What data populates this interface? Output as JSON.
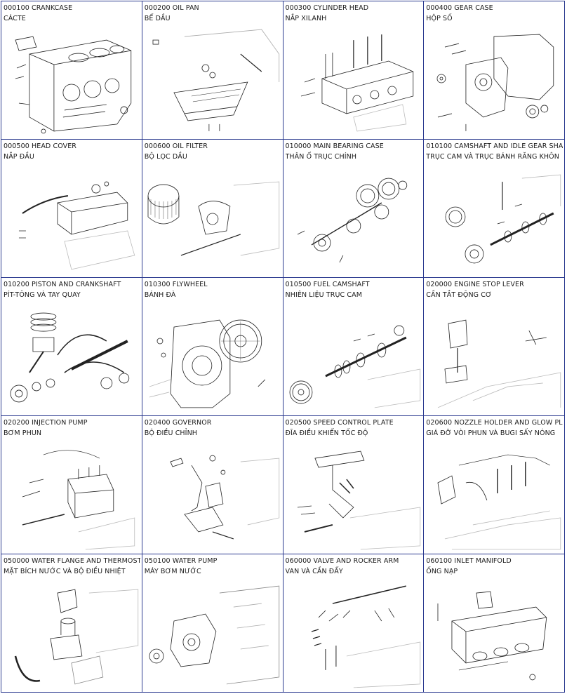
{
  "parts": [
    {
      "code_title": "000100 CRANKCASE",
      "vn_title": "CÁCTE"
    },
    {
      "code_title": "000200 OIL PAN",
      "vn_title": "BỂ DẦU"
    },
    {
      "code_title": "000300 CYLINDER HEAD",
      "vn_title": "NẮP XILANH"
    },
    {
      "code_title": "000400 GEAR CASE",
      "vn_title": "HỘP SỐ"
    },
    {
      "code_title": "000500 HEAD COVER",
      "vn_title": "NẮP ĐẦU"
    },
    {
      "code_title": "000600 OIL FILTER",
      "vn_title": "BỘ LỌC DẦU"
    },
    {
      "code_title": "010000 MAIN BEARING CASE",
      "vn_title": "THÂN Ổ TRỤC CHÍNH"
    },
    {
      "code_title": "010100 CAMSHAFT AND IDLE GEAR SHA",
      "vn_title": "TRỤC CAM VÀ TRỤC BÁNH RĂNG KHÔN"
    },
    {
      "code_title": "010200 PISTON AND CRANKSHAFT",
      "vn_title": "PÍT-TÔNG VÀ TAY QUAY"
    },
    {
      "code_title": "010300 FLYWHEEL",
      "vn_title": "BÁNH ĐÀ"
    },
    {
      "code_title": "010500 FUEL CAMSHAFT",
      "vn_title": "NHIÊN LIỆU TRỤC CAM"
    },
    {
      "code_title": "020000 ENGINE STOP LEVER",
      "vn_title": "CẦN TẮT ĐỘNG CƠ"
    },
    {
      "code_title": "020200 INJECTION PUMP",
      "vn_title": "BƠM PHUN"
    },
    {
      "code_title": "020400 GOVERNOR",
      "vn_title": "BỘ ĐIỀU CHỈNH"
    },
    {
      "code_title": "020500 SPEED CONTROL PLATE",
      "vn_title": "ĐĨA ĐIỀU KHIỂN TỐC ĐỘ"
    },
    {
      "code_title": "020600 NOZZLE HOLDER AND GLOW PL",
      "vn_title": "GIÁ ĐỠ VÒI PHUN VÀ BUGI SẤY NÓNG"
    },
    {
      "code_title": "050000 WATER FLANGE AND THERMOST",
      "vn_title": "MẶT BÍCH NƯỚC VÀ BỘ ĐIỀU NHIỆT"
    },
    {
      "code_title": "050100 WATER PUMP",
      "vn_title": "MÁY BƠM NƯỚC"
    },
    {
      "code_title": "060000 VALVE AND ROCKER ARM",
      "vn_title": "VAN VÀ CẦN ĐẨY"
    },
    {
      "code_title": "060100 INLET MANIFOLD",
      "vn_title": "ỐNG NẠP"
    }
  ]
}
